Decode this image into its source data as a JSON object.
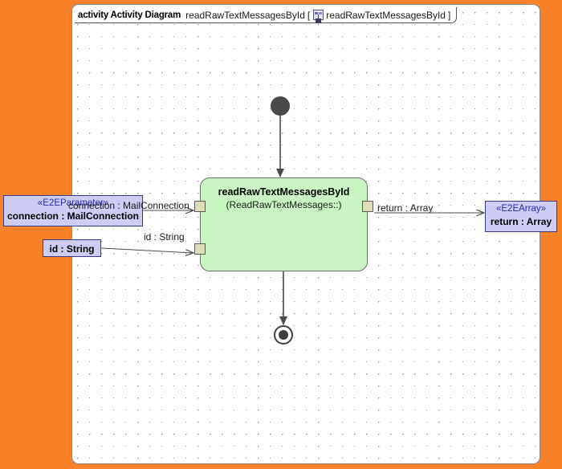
{
  "canvas": {
    "background_color": "#f9812a",
    "frame_background": "#ffffff",
    "frame_border_color": "#8a8a8a"
  },
  "frame_header": {
    "keyword": "activity Activity Diagram",
    "diagram_name": "readRawTextMessagesById",
    "bracket_open": "[",
    "icon": "operation-icon",
    "operation_name": "readRawTextMessagesById",
    "bracket_close": "]"
  },
  "nodes": {
    "initial": {
      "name": "initial-node",
      "shape": "filled-circle",
      "color": "#4a4a4a"
    },
    "final": {
      "name": "final-node",
      "shape": "ringed-filled-circle",
      "color": "#3d3d3d"
    },
    "action": {
      "name": "readRawTextMessagesById",
      "qualifier": "(ReadRawTextMessages::)",
      "fill_color": "#c9f5c2",
      "border_color": "#6f6f6f"
    }
  },
  "pins": [
    {
      "id": "pin-connection",
      "label": "connection",
      "type": "input"
    },
    {
      "id": "pin-id",
      "label": "id",
      "type": "input"
    },
    {
      "id": "pin-return",
      "label": "return",
      "type": "output"
    }
  ],
  "parameters": [
    {
      "id": "param-connection",
      "stereotype": "«E2EParameter»",
      "label": "connection : MailConnection",
      "fill_color": "#ccccf5",
      "border_color": "#3a3a8c"
    },
    {
      "id": "param-id",
      "stereotype": "",
      "label": "id : String",
      "fill_color": "#ccccf5",
      "border_color": "#3a3a8c"
    },
    {
      "id": "param-return",
      "stereotype": "«E2EArray»",
      "label": "return : Array",
      "fill_color": "#ccccf5",
      "border_color": "#3a3a8c"
    }
  ],
  "edge_labels": {
    "connection": "connection : MailConnection",
    "id": "id : String",
    "return": "return : Array"
  }
}
